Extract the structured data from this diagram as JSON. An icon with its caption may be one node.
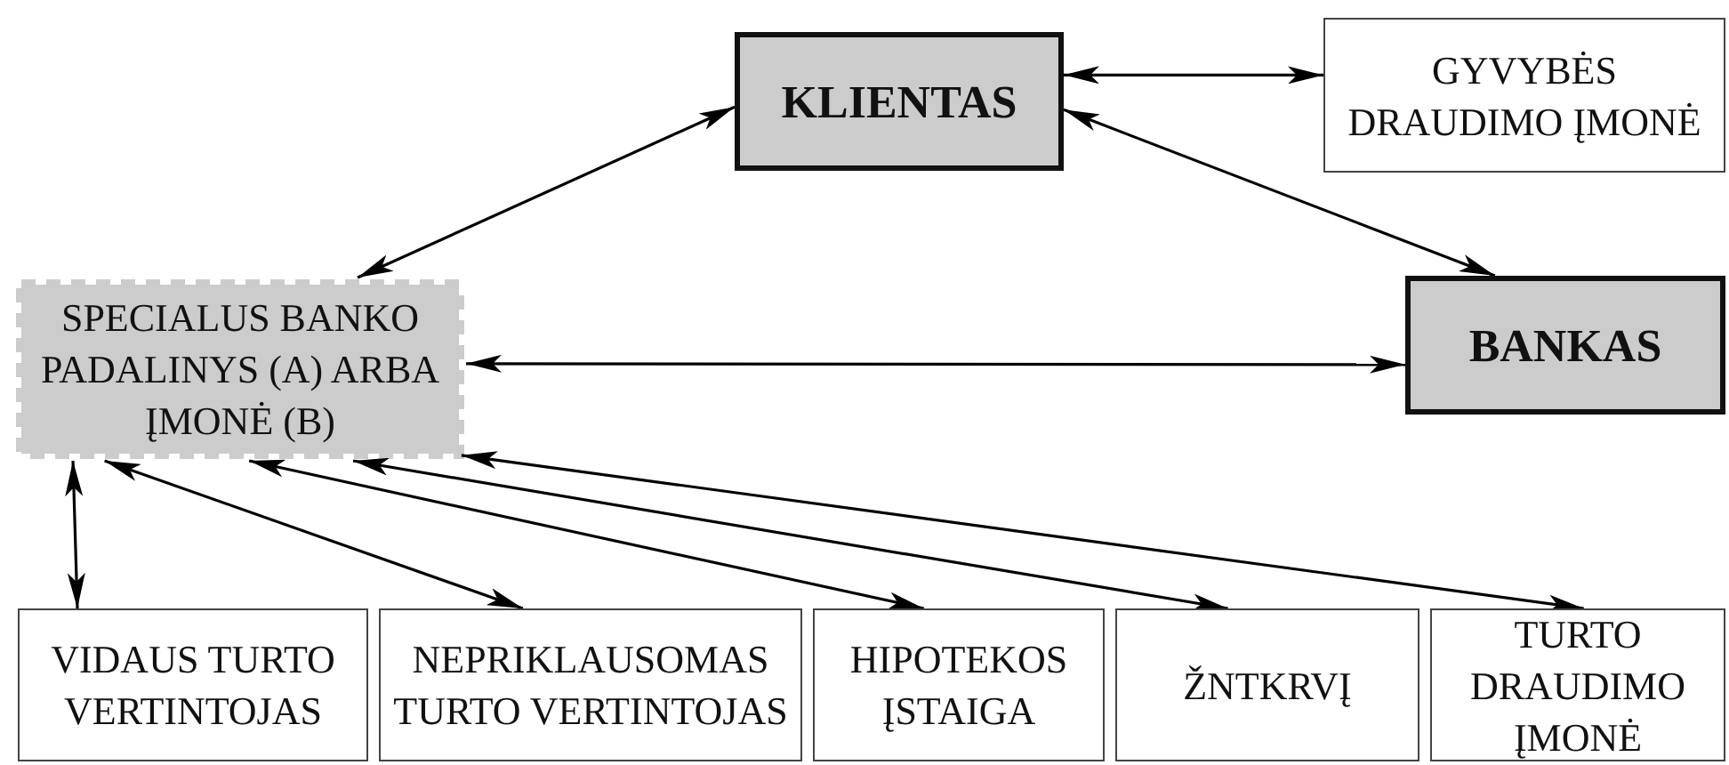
{
  "diagram": {
    "nodes": [
      {
        "text": [
          "KLIENTAS"
        ]
      },
      {
        "text": [
          "GYVYBĖS DRAUDIMO ĮMONĖ"
        ]
      },
      {
        "text": [
          "SPECIALUS BANKO PADALINYS (A) ARBA ĮMONĖ (B)"
        ]
      },
      {
        "text": [
          "BANKAS"
        ]
      },
      {
        "text": [
          "VIDAUS TURTO VERTINTOJAS"
        ]
      },
      {
        "text": [
          "NEPRIKLAUSOMAS TURTO VERTINTOJAS"
        ]
      },
      {
        "text": [
          "HIPOTEKOS ĮSTAIGA"
        ]
      },
      {
        "text": [
          "ŽNTKRVĮ"
        ]
      },
      {
        "text": [
          "TURTO DRAUDIMO ĮMONĖ"
        ]
      }
    ],
    "edges": [
      {
        "from": 0,
        "to": 1,
        "arrow": "both"
      },
      {
        "from": 2,
        "to": 0,
        "arrow": "both"
      },
      {
        "from": 0,
        "to": 3,
        "arrow": "both"
      },
      {
        "from": 2,
        "to": 3,
        "arrow": "both"
      },
      {
        "from": 2,
        "to": 4,
        "arrow": "both"
      },
      {
        "from": 2,
        "to": 5,
        "arrow": "both"
      },
      {
        "from": 2,
        "to": 6,
        "arrow": "both"
      },
      {
        "from": 2,
        "to": 7,
        "arrow": "both"
      },
      {
        "from": 2,
        "to": 8,
        "arrow": "both"
      }
    ]
  }
}
